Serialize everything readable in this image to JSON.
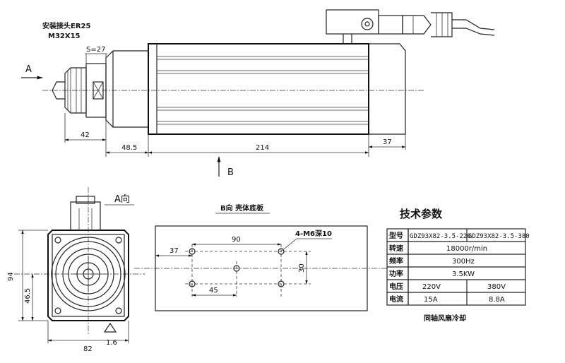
{
  "side_view": {
    "collet_label": "安装接头ER25",
    "thread_label": "M32X15",
    "wrench_label": "S=27",
    "arrow_a": "A",
    "arrow_b": "B",
    "dims": {
      "collet": "42",
      "flange": "48.5",
      "body": "214",
      "rear": "37"
    }
  },
  "front_view": {
    "title": "A向",
    "dims": {
      "height": "94",
      "center": "46.5",
      "width": "82",
      "chamfer": "1.6"
    }
  },
  "bottom_view": {
    "title": "B向  壳体底板",
    "hole_label": "4-M6深10",
    "dims": {
      "offset": "37",
      "span_long": "90",
      "span_short": "45",
      "span_v": "30"
    }
  },
  "spec_table": {
    "title": "技术参数",
    "rows": [
      {
        "label": "型号",
        "col1": "GDZ93X82-3.5-220",
        "col2": "GDZ93X82-3.5-380"
      },
      {
        "label": "转速",
        "merged": "18000r/min"
      },
      {
        "label": "频率",
        "merged": "300Hz"
      },
      {
        "label": "功率",
        "merged": "3.5KW"
      },
      {
        "label": "电压",
        "col1": "220V",
        "col2": "380V"
      },
      {
        "label": "电流",
        "col1": "15A",
        "col2": "8.8A"
      }
    ],
    "footer": "同轴风扇冷却"
  }
}
